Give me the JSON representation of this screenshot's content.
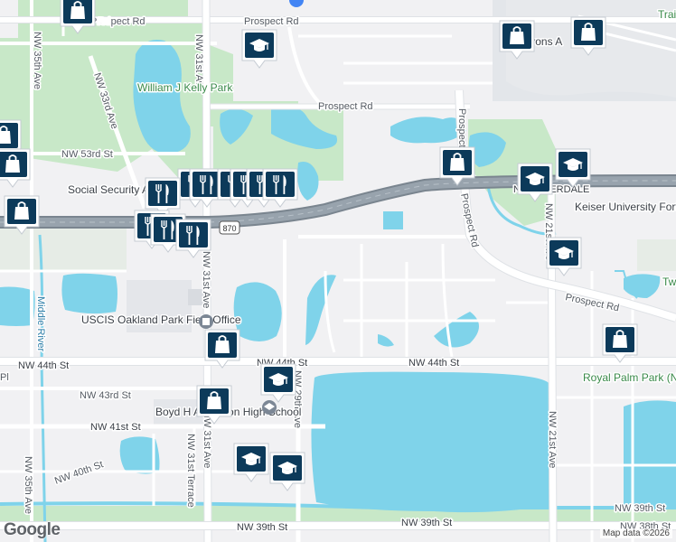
{
  "map": {
    "attribution": "Google",
    "copyright": "Map data ©2026",
    "colors": {
      "water": "#7fd3ea",
      "park": "#c8e8c8",
      "highway": "#8f9aa6",
      "road": "#ffffff",
      "block": "#f1f1f3",
      "pin": "#0c3a5a"
    },
    "roads": {
      "prospect_rd_nw": "Prospect Rd",
      "prospect_rd_top": "Prospect Rd",
      "prospect_rd_mid": "Prospect Rd",
      "prospect_rd_vertical": "Prospect Rd",
      "prospect_rd_diag": "Prospect Rd",
      "prospect_rd_east": "Prospect Rd",
      "nw_31st_ave_north": "NW 31st Ave",
      "nw_31st_ave_mid": "NW 31st Ave",
      "nw_31st_ave_south": "NW 31st Ave",
      "nw_31st_terrace": "NW 31st Terrace",
      "nw_33rd_ave": "NW 33rd Ave",
      "nw_35th_ave_north": "NW 35th Ave",
      "nw_35th_ave_south": "NW 35th Ave",
      "nw_53rd_st": "NW 53rd St",
      "nw_44th_st_west": "NW 44th St",
      "nw_44th_st_mid": "NW 44th St",
      "nw_44th_st_east": "NW 44th St",
      "nw_43rd_st": "NW 43rd St",
      "nw_41st_st": "NW 41st St",
      "nw_40th_st": "NW 40th St",
      "nw_39th_st_mid": "NW 39th St",
      "nw_39th_st_east": "NW 39th St",
      "nw_39th_st_right": "NW 39th St",
      "nw_38th_st": "NW 38th St",
      "nw_29th_ave": "NW 29th Ave",
      "nw_21st_ave_north": "NW 21st Ave",
      "nw_21st_ave_south": "NW 21st Ave",
      "route_870": "870",
      "middle_river": "Middle River",
      "pl": "Pl",
      "rd_fragment": "Rd"
    },
    "places": {
      "william_j_kelly_park": "William J Kelly Park",
      "social_security": "Social Security Administration",
      "uscis": "USCIS Oakland Park Field Office",
      "boyd_school": "Boyd H Anderson High School",
      "keiser": "Keiser University Fort Lauderdale",
      "royal_palm_park": "Royal Palm Park (North entrance)",
      "ft_lauderdale_fragment": "N LAUDERDALE",
      "lyons_fragment": "Lyons A",
      "trail_fragment": "Trai",
      "tw_fragment": "Tw"
    },
    "pins": [
      {
        "type": "shopping",
        "icon": "shopping-bag-icon"
      },
      {
        "type": "education",
        "icon": "graduation-cap-icon"
      },
      {
        "type": "shopping",
        "icon": "shopping-bag-icon"
      },
      {
        "type": "shopping",
        "icon": "shopping-bag-icon"
      },
      {
        "type": "shopping",
        "icon": "shopping-bag-icon"
      },
      {
        "type": "shopping",
        "icon": "shopping-bag-icon"
      },
      {
        "type": "shopping",
        "icon": "shopping-bag-icon"
      },
      {
        "type": "restaurant",
        "icon": "fork-knife-icon"
      },
      {
        "type": "restaurant",
        "icon": "fork-knife-icon"
      },
      {
        "type": "restaurant",
        "icon": "fork-knife-icon"
      },
      {
        "type": "restaurant",
        "icon": "fork-knife-icon"
      },
      {
        "type": "restaurant",
        "icon": "fork-knife-icon"
      },
      {
        "type": "restaurant",
        "icon": "fork-knife-icon"
      },
      {
        "type": "restaurant",
        "icon": "fork-knife-icon"
      },
      {
        "type": "restaurant",
        "icon": "fork-knife-icon"
      },
      {
        "type": "restaurant",
        "icon": "fork-knife-icon"
      },
      {
        "type": "restaurant",
        "icon": "fork-knife-icon"
      },
      {
        "type": "shopping",
        "icon": "shopping-bag-icon"
      },
      {
        "type": "education",
        "icon": "graduation-cap-icon"
      },
      {
        "type": "education",
        "icon": "graduation-cap-icon"
      },
      {
        "type": "education",
        "icon": "graduation-cap-icon"
      },
      {
        "type": "shopping",
        "icon": "shopping-bag-icon"
      },
      {
        "type": "shopping",
        "icon": "shopping-bag-icon"
      },
      {
        "type": "shopping",
        "icon": "shopping-bag-icon"
      },
      {
        "type": "education",
        "icon": "graduation-cap-icon"
      },
      {
        "type": "education",
        "icon": "graduation-cap-icon"
      },
      {
        "type": "education",
        "icon": "graduation-cap-icon"
      }
    ]
  }
}
